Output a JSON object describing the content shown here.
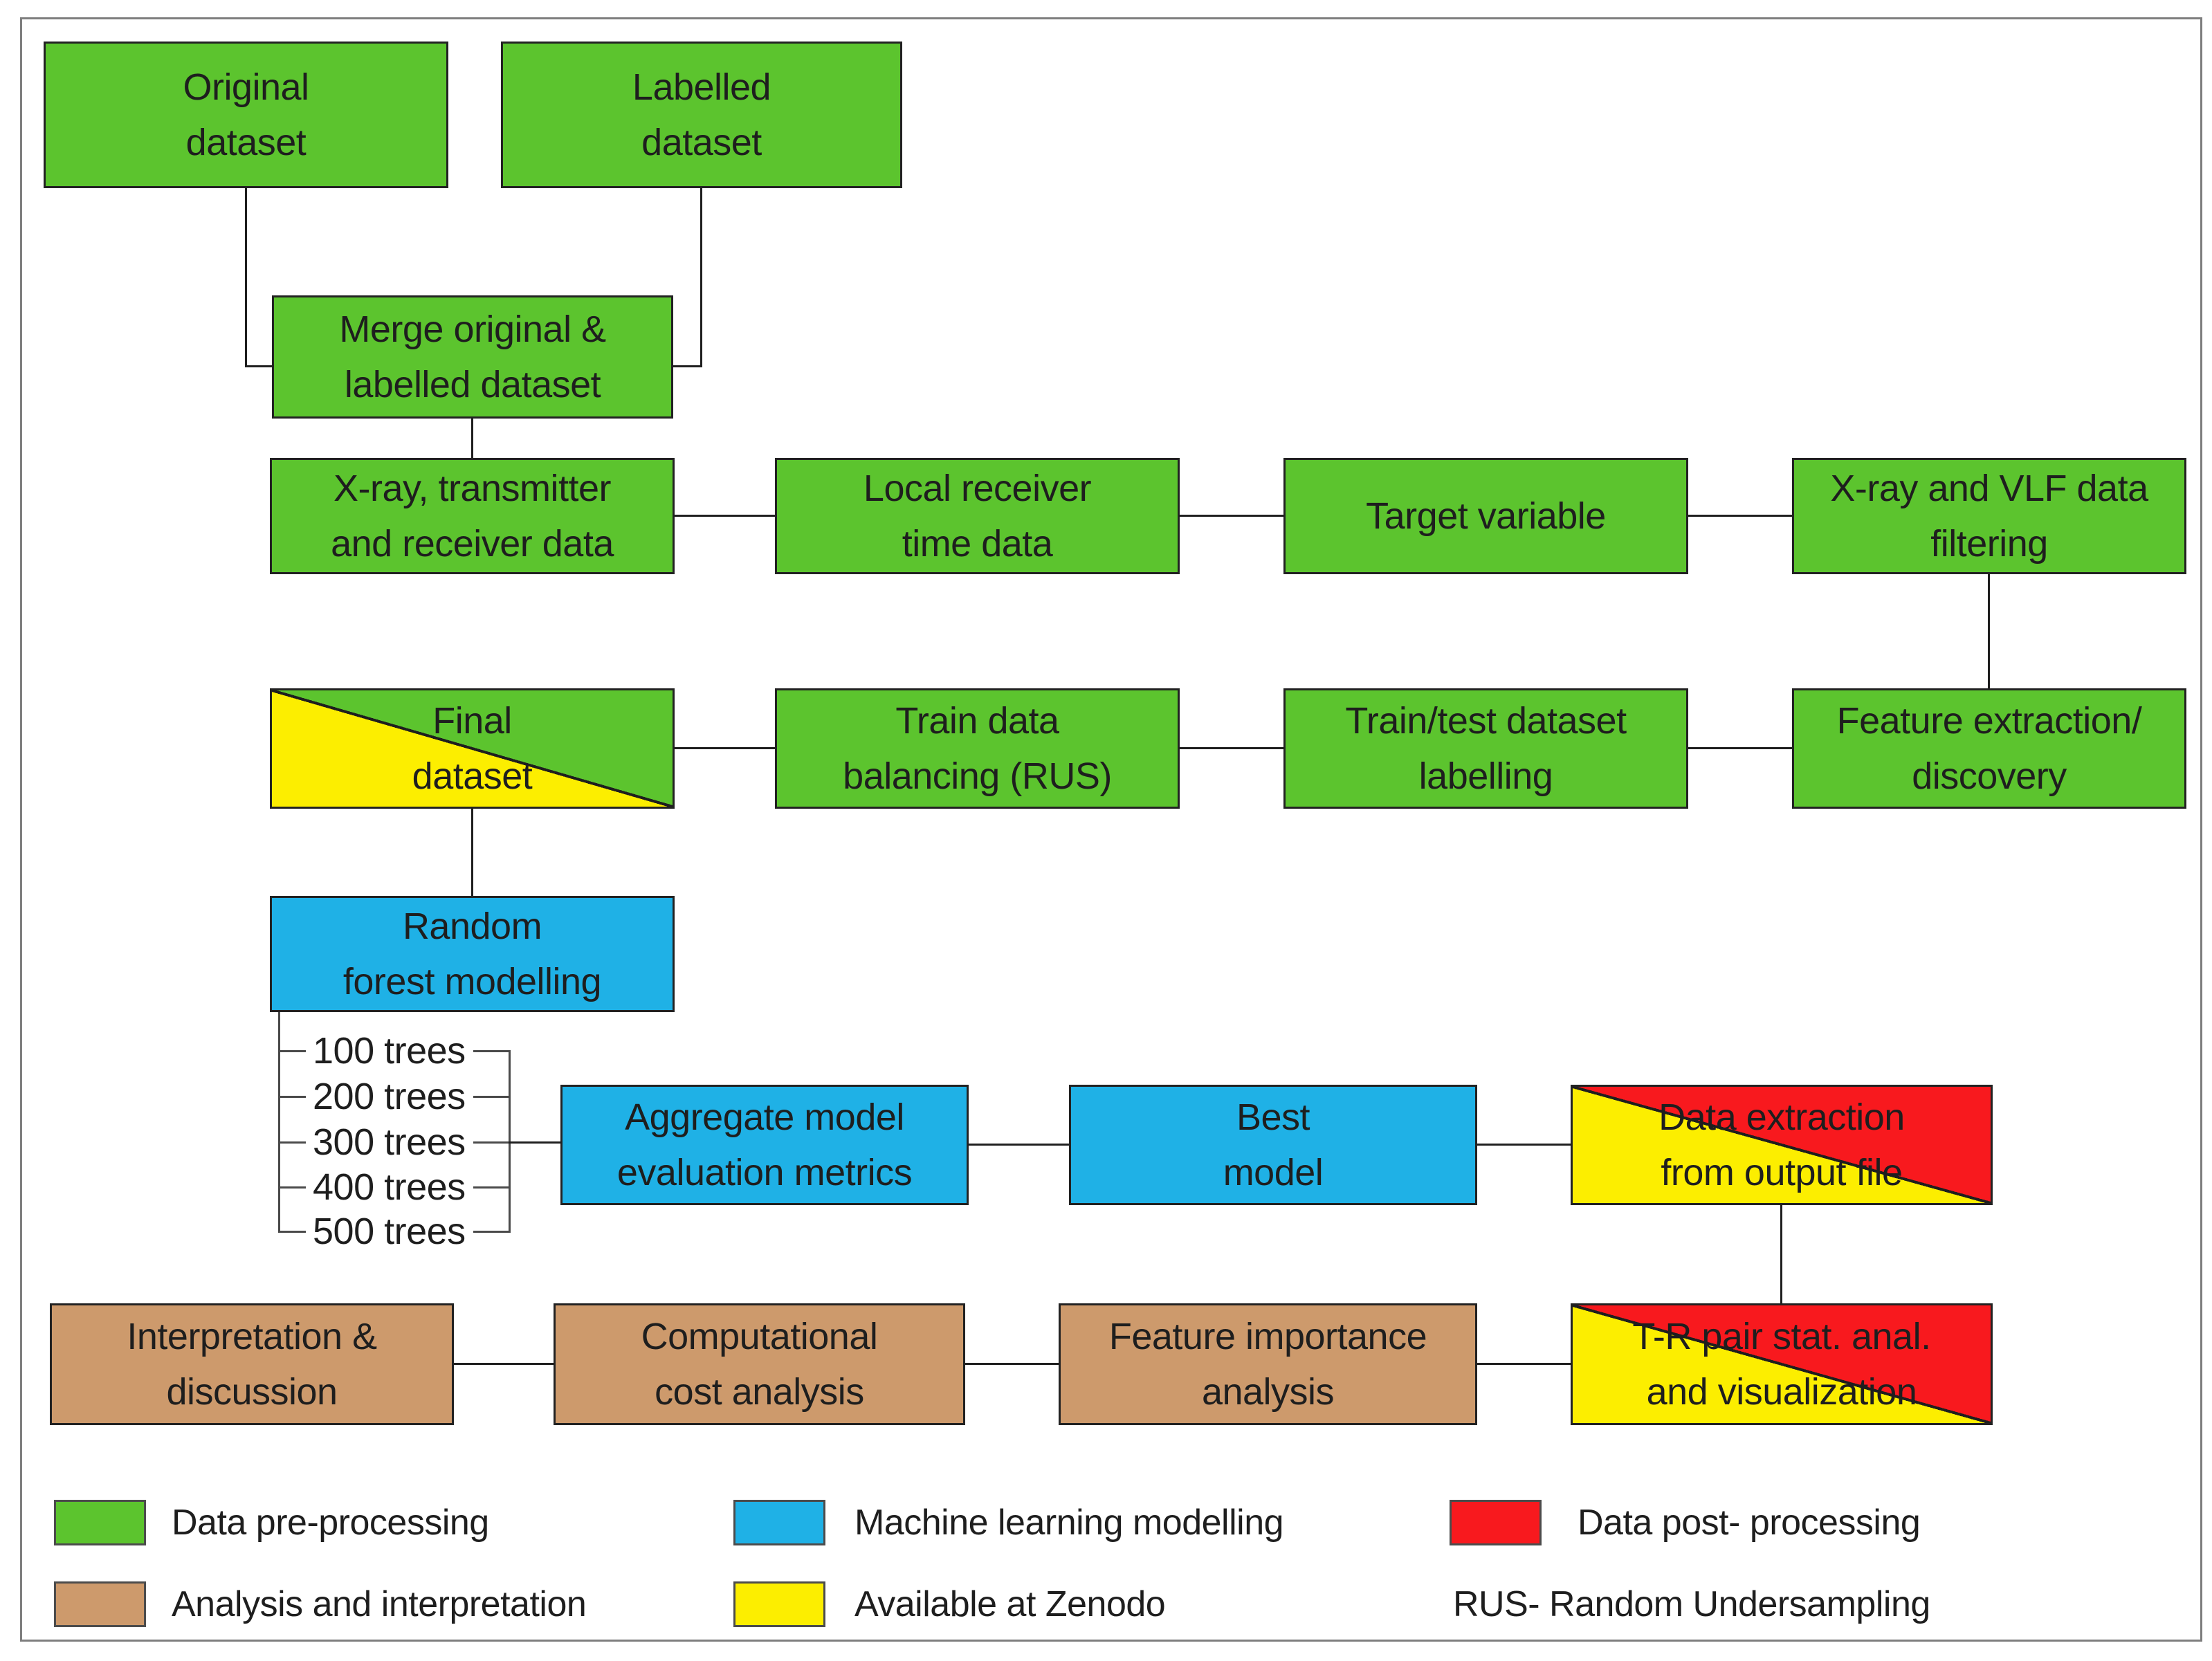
{
  "diagram": {
    "nodes": {
      "original_dataset": {
        "lines": [
          "Original",
          "dataset"
        ],
        "category": "data-pre-processing"
      },
      "labelled_dataset": {
        "lines": [
          "Labelled",
          "dataset"
        ],
        "category": "data-pre-processing"
      },
      "merge_datasets": {
        "lines": [
          "Merge original &",
          "labelled dataset"
        ],
        "category": "data-pre-processing"
      },
      "xray_transmitter": {
        "lines": [
          "X-ray, transmitter",
          "and receiver data"
        ],
        "category": "data-pre-processing"
      },
      "local_receiver": {
        "lines": [
          "Local receiver",
          "time data"
        ],
        "category": "data-pre-processing"
      },
      "target_variable": {
        "lines": [
          "Target variable"
        ],
        "category": "data-pre-processing"
      },
      "xray_vlf_filtering": {
        "lines": [
          "X-ray and VLF data",
          "filtering"
        ],
        "category": "data-pre-processing"
      },
      "final_dataset": {
        "lines": [
          "Final",
          "dataset"
        ],
        "category": "data-pre-processing, available-at-zenodo"
      },
      "train_balancing": {
        "lines": [
          "Train data",
          "balancing (RUS)"
        ],
        "category": "data-pre-processing"
      },
      "train_test_labelling": {
        "lines": [
          "Train/test dataset",
          "labelling"
        ],
        "category": "data-pre-processing"
      },
      "feature_extraction": {
        "lines": [
          "Feature extraction/",
          "discovery"
        ],
        "category": "data-pre-processing"
      },
      "random_forest": {
        "lines": [
          "Random",
          "forest modelling"
        ],
        "category": "machine-learning-modelling"
      },
      "aggregate_metrics": {
        "lines": [
          "Aggregate model",
          "evaluation metrics"
        ],
        "category": "machine-learning-modelling"
      },
      "best_model": {
        "lines": [
          "Best",
          "model"
        ],
        "category": "machine-learning-modelling"
      },
      "data_extraction": {
        "lines": [
          "Data extraction",
          "from output file"
        ],
        "category": "data-post-processing, available-at-zenodo"
      },
      "interpretation": {
        "lines": [
          "Interpretation &",
          "discussion"
        ],
        "category": "analysis-and-interpretation"
      },
      "computational_cost": {
        "lines": [
          "Computational",
          "cost analysis"
        ],
        "category": "analysis-and-interpretation"
      },
      "feature_importance": {
        "lines": [
          "Feature importance",
          "analysis"
        ],
        "category": "analysis-and-interpretation"
      },
      "tr_pair": {
        "lines": [
          "T-R pair stat. anal.",
          "and visualization"
        ],
        "category": "data-post-processing, available-at-zenodo"
      }
    },
    "tree_options": [
      "100 trees",
      "200 trees",
      "300 trees",
      "400 trees",
      "500 trees"
    ],
    "legend": {
      "items": [
        {
          "label": "Data pre-processing",
          "color": "#5CC42E"
        },
        {
          "label": "Machine learning modelling",
          "color": "#1FB1E6"
        },
        {
          "label": "Data post- processing",
          "color": "#F8191E"
        },
        {
          "label": "Analysis and interpretation",
          "color": "#CD9A6C"
        },
        {
          "label": "Available at Zenodo",
          "color": "#FCEE00"
        }
      ],
      "abbreviation_note": "RUS- Random Undersampling"
    }
  }
}
